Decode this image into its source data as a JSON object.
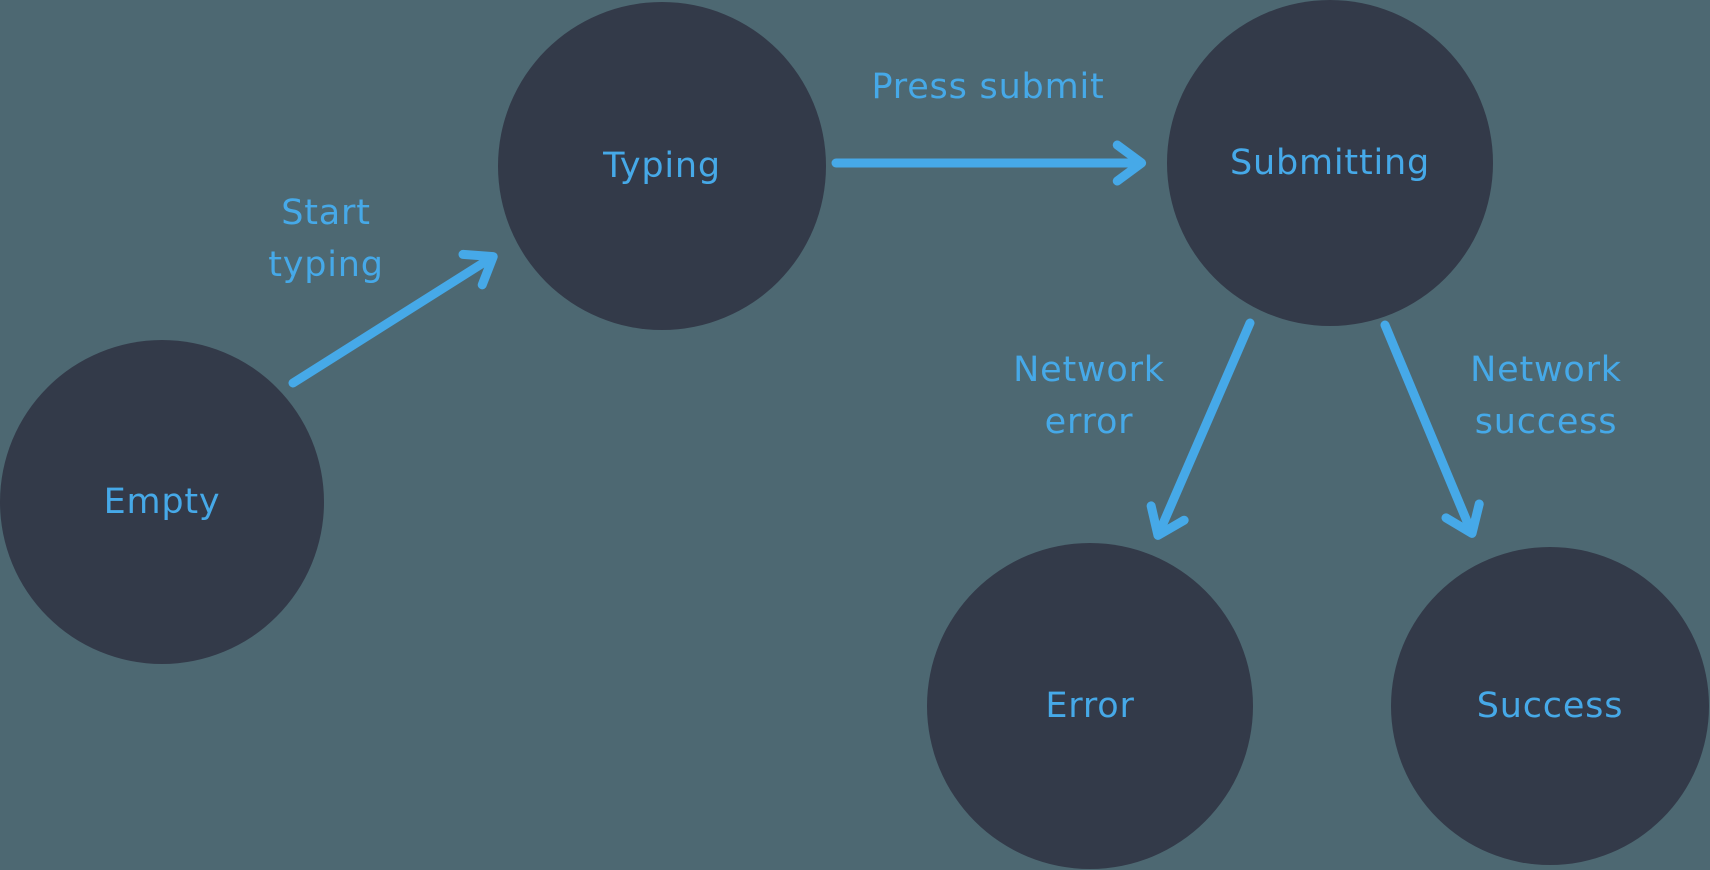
{
  "colors": {
    "background": "#4d6872",
    "node": "#333a49",
    "accent": "#46a9e8"
  },
  "diagram": {
    "states": [
      {
        "id": "empty",
        "label": "Empty"
      },
      {
        "id": "typing",
        "label": "Typing"
      },
      {
        "id": "submitting",
        "label": "Submitting"
      },
      {
        "id": "error",
        "label": "Error"
      },
      {
        "id": "success",
        "label": "Success"
      }
    ],
    "transitions": [
      {
        "from": "Empty",
        "to": "Typing",
        "label": "Start typing",
        "lines": [
          "Start",
          "typing"
        ]
      },
      {
        "from": "Typing",
        "to": "Submitting",
        "label": "Press submit",
        "lines": [
          "Press submit"
        ]
      },
      {
        "from": "Submitting",
        "to": "Error",
        "label": "Network error",
        "lines": [
          "Network",
          "error"
        ]
      },
      {
        "from": "Submitting",
        "to": "Success",
        "label": "Network success",
        "lines": [
          "Network",
          "success"
        ]
      }
    ]
  }
}
